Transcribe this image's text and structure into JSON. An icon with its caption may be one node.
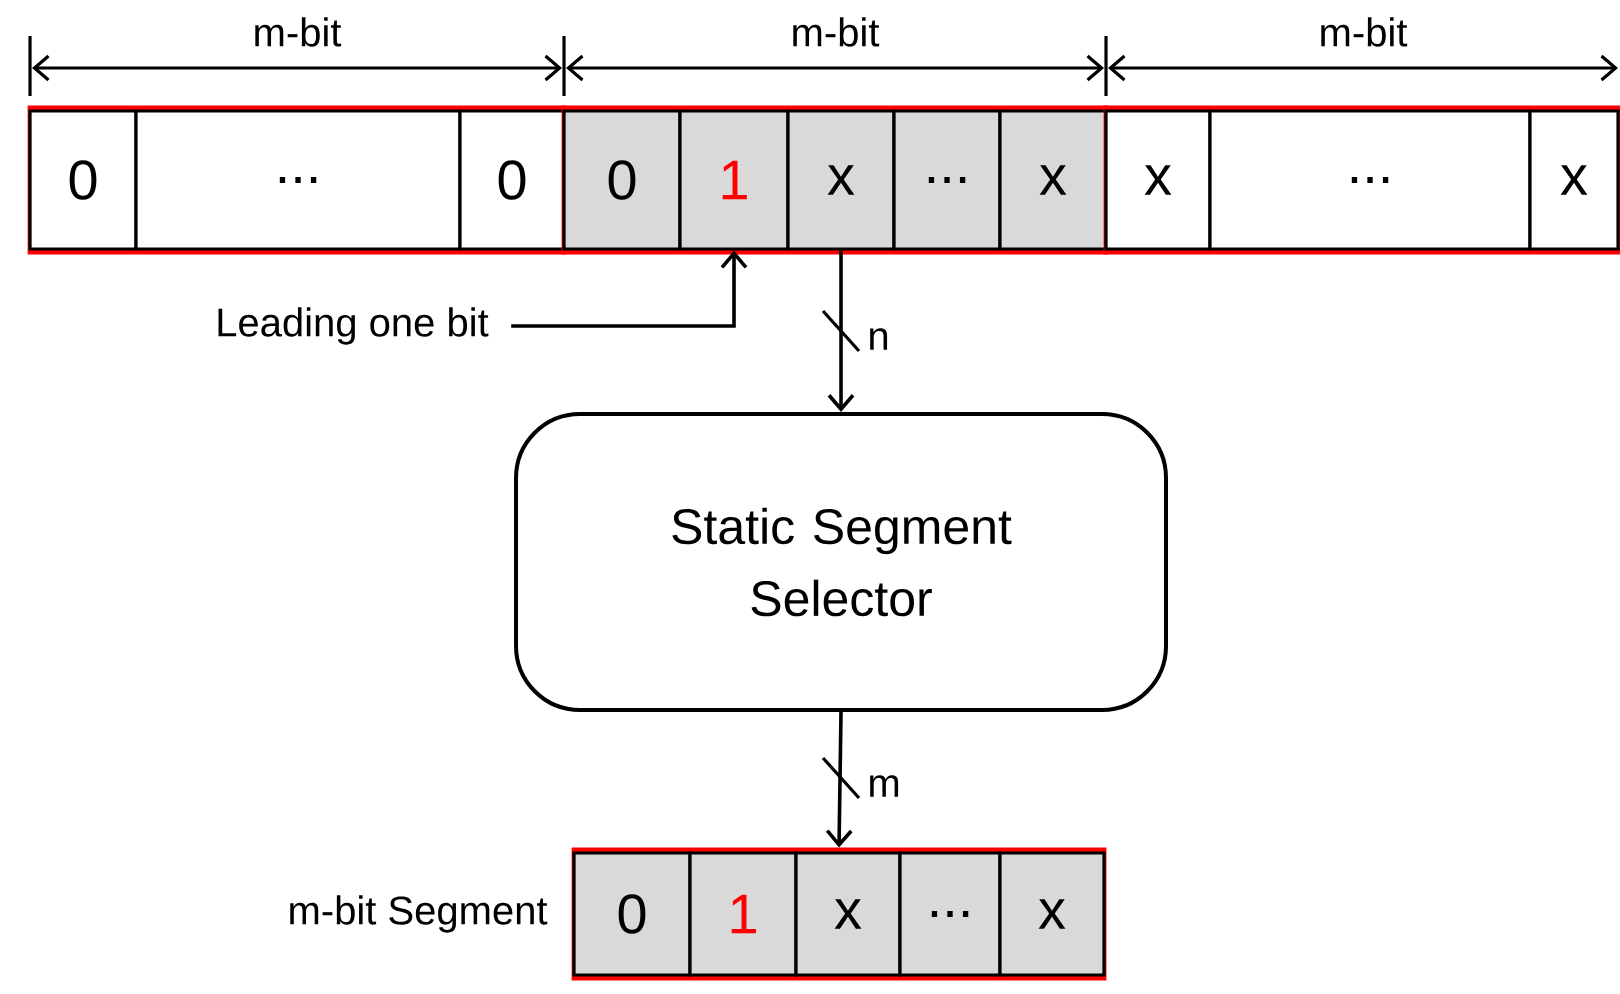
{
  "diagram": {
    "nodes": [
      {
        "text": [],
        "shape": "box"
      },
      {
        "text": [
          "0"
        ],
        "in": 0
      },
      {
        "text": [
          "..."
        ],
        "in": 0
      },
      {
        "text": [
          "0"
        ],
        "in": 0
      },
      {
        "text": [],
        "shape": "box"
      },
      {
        "text": [
          "0"
        ],
        "in": 4
      },
      {
        "text": [
          "1"
        ],
        "in": 4
      },
      {
        "text": [
          "x"
        ],
        "in": 4
      },
      {
        "text": [
          "..."
        ],
        "in": 4
      },
      {
        "text": [
          "x"
        ],
        "in": 4
      },
      {
        "text": [],
        "shape": "box"
      },
      {
        "text": [
          "x"
        ],
        "in": 10
      },
      {
        "text": [
          "..."
        ],
        "in": 10
      },
      {
        "text": [
          "x"
        ],
        "in": 10
      },
      {
        "text": [
          "Leading one bit"
        ]
      },
      {
        "text": [
          "Static Segment Selector"
        ]
      },
      {
        "text": [],
        "shape": "box",
        "beside": [
          "m-bit Segment"
        ]
      },
      {
        "text": [
          "0"
        ],
        "in": 16
      },
      {
        "text": [
          "1"
        ],
        "in": 16
      },
      {
        "text": [
          "x"
        ],
        "in": 16
      },
      {
        "text": [
          "..."
        ],
        "in": 16
      },
      {
        "text": [
          "x"
        ],
        "in": 16
      }
    ],
    "edges": [
      {
        "from": 14,
        "to": 6,
        "arrow": "to"
      },
      {
        "from": 7,
        "to": 15,
        "arrow": "to",
        "label": "n"
      },
      {
        "from": 15,
        "to": 16,
        "arrow": "to",
        "label": "m"
      }
    ],
    "labels": [
      "m-bit",
      "m-bit",
      "m-bit"
    ]
  }
}
